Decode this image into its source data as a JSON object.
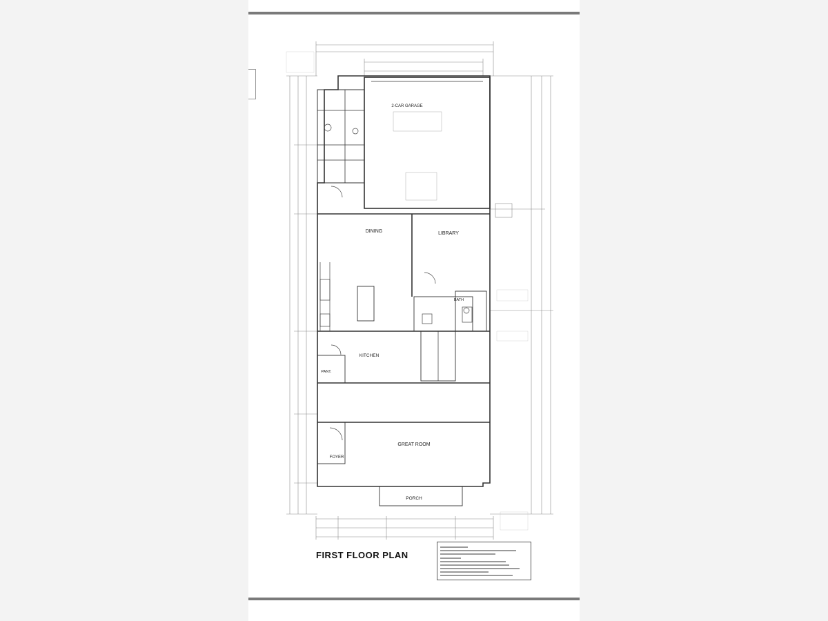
{
  "plan": {
    "title": "FIRST FLOOR PLAN",
    "rooms": [
      {
        "id": "garage",
        "label": "2-CAR GARAGE"
      },
      {
        "id": "dining",
        "label": "DINING"
      },
      {
        "id": "library",
        "label": "LIBRARY"
      },
      {
        "id": "kitchen",
        "label": "KITCHEN"
      },
      {
        "id": "pantry",
        "label": "PANT."
      },
      {
        "id": "bath",
        "label": "BATH"
      },
      {
        "id": "great-room",
        "label": "GREAT ROOM"
      },
      {
        "id": "foyer",
        "label": "FOYER"
      },
      {
        "id": "porch",
        "label": "PORCH"
      }
    ]
  },
  "colors": {
    "wall": "#333333",
    "dimension": "#8a8a8a",
    "sheet_border": "#7a7a7a",
    "background": "#f3f3f3"
  }
}
